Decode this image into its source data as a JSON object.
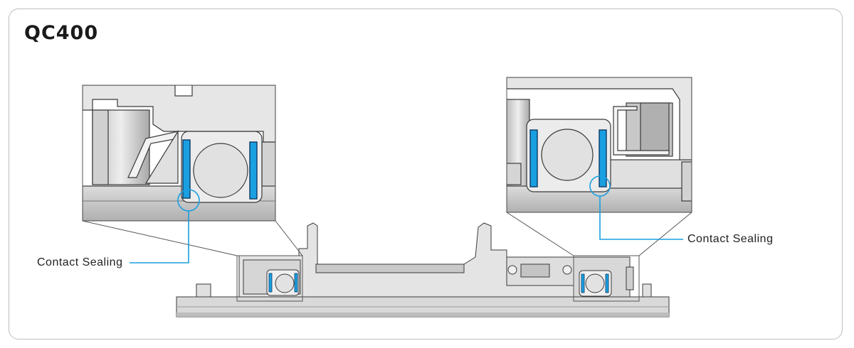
{
  "title": "QC400",
  "callouts": {
    "left": "Contact Sealing",
    "right": "Contact Sealing"
  },
  "colors": {
    "seal_blue": "#1a9fe0",
    "seal_dark": "#0d3a66",
    "outline": "#3a3a3a",
    "metal_light": "#e6e6e6",
    "metal_mid": "#cfcfcf",
    "metal_dark": "#9a9a9a"
  }
}
